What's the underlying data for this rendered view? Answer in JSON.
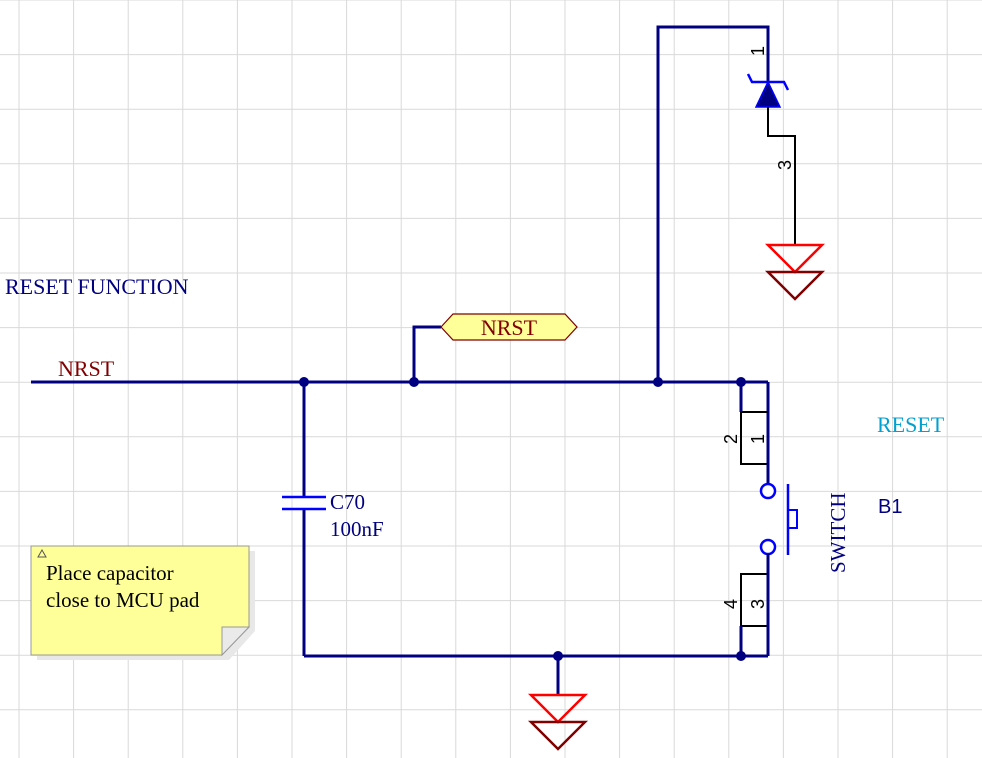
{
  "title": "RESET FUNCTION",
  "net": {
    "wire_label": "NRST",
    "port_label": "NRST"
  },
  "capacitor": {
    "designator": "C70",
    "value": "100nF"
  },
  "switch": {
    "comment": "RESET",
    "name": "SWITCH",
    "designator": "B1",
    "pins": [
      "1",
      "2",
      "3",
      "4"
    ]
  },
  "diode": {
    "pins": [
      "1",
      "3"
    ]
  },
  "note": {
    "lines": [
      "Place capacitor",
      "close to MCU pad"
    ]
  },
  "colors": {
    "wire": "#000080",
    "title": "#000080",
    "net_label": "#800000",
    "comment": "#00a0d0",
    "ground_top": "#ff0000",
    "ground_bottom": "#800000",
    "port_fill": "#ffff99",
    "port_text": "#800000",
    "note_fill": "#ffff99",
    "grid": "#d9d9d9"
  }
}
